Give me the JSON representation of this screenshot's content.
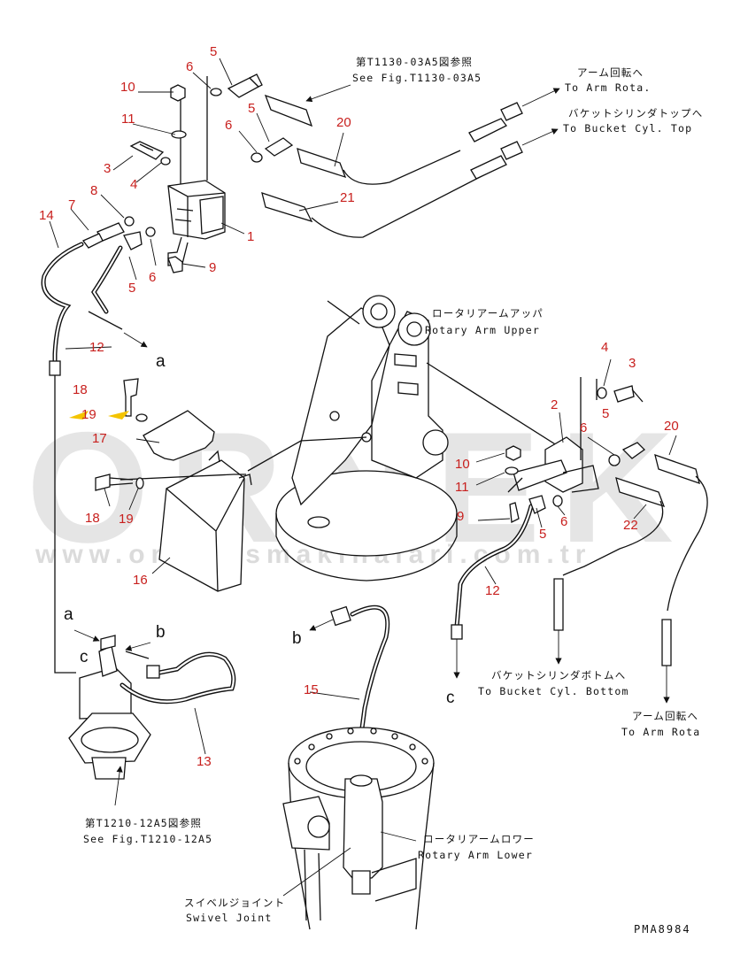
{
  "watermark": {
    "main": "ORNEK",
    "url": "www.ornekismakinalari.com.tr"
  },
  "drawing_code": "PMA8984",
  "part_numbers": {
    "n5a": "5",
    "n6a": "6",
    "n10a": "10",
    "n11a": "11",
    "n6b": "6",
    "n5b": "5",
    "n20a": "20",
    "n3a": "3",
    "n4a": "4",
    "n8": "8",
    "n7": "7",
    "n14": "14",
    "n21": "21",
    "n1": "1",
    "n5c": "5",
    "n6c": "6",
    "n9a": "9",
    "n12a": "12",
    "n18a": "18",
    "n19a": "19",
    "n17": "17",
    "n18b": "18",
    "n19b": "19",
    "n16": "16",
    "n4b": "4",
    "n3b": "3",
    "n5d": "5",
    "n2": "2",
    "n6d": "6",
    "n20b": "20",
    "n10b": "10",
    "n11b": "11",
    "n9b": "9",
    "n5e": "5",
    "n6e": "6",
    "n22": "22",
    "n12b": "12",
    "n15": "15",
    "n13": "13"
  },
  "letters": {
    "a1": "a",
    "a2": "a",
    "b1": "b",
    "b2": "b",
    "c1": "c",
    "c2": "c"
  },
  "notes": {
    "fig_t1130_jp": "第T1130-03A5図参照",
    "fig_t1130_en": "See Fig.T1130-03A5",
    "arm_rota_jp": "アーム回転へ",
    "arm_rota_en": "To Arm Rota.",
    "bucket_top_jp": "バケットシリンダトップへ",
    "bucket_top_en": "To Bucket Cyl. Top",
    "rotary_upper_jp": "ロータリアームアッパ",
    "rotary_upper_en": "Rotary Arm Upper",
    "bucket_bottom_jp": "バケットシリンダボトムへ",
    "bucket_bottom_en": "To Bucket Cyl. Bottom",
    "arm_rota2_jp": "アーム回転へ",
    "arm_rota2_en": "To Arm Rota",
    "fig_t1210_jp": "第T1210-12A5図参照",
    "fig_t1210_en": "See Fig.T1210-12A5",
    "rotary_lower_jp": "ロータリアームロワー",
    "rotary_lower_en": "Rotary Arm Lower",
    "swivel_jp": "スイベルジョイント",
    "swivel_en": "Swivel Joint"
  }
}
